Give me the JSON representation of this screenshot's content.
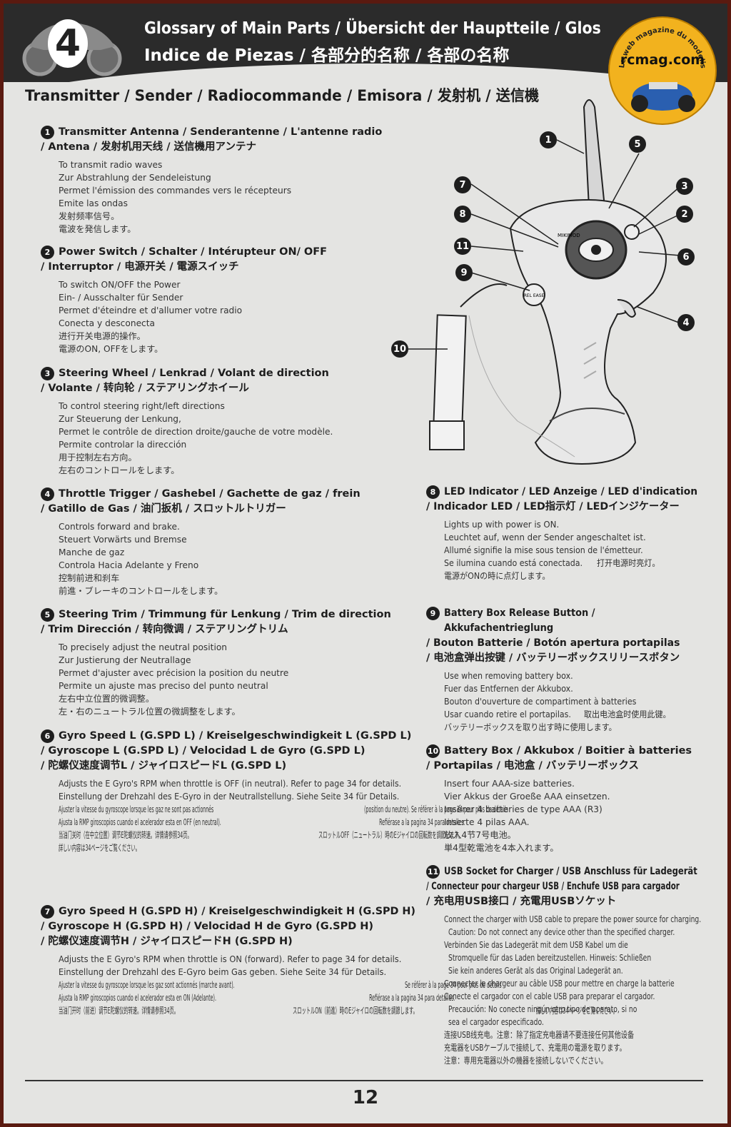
{
  "header": {
    "chapter": "4",
    "title_line1": "Glossary of Main Parts  / Übersicht der Hauptteile / Glos",
    "title_line2": "Indice de Piezas / 各部分的名称  / 各部の名称"
  },
  "logo": {
    "text": "rcmag.com",
    "ring_text": "Le web magazine du modelisme"
  },
  "section_title": "Transmitter / Sender / Radiocommande / Emisora / 发射机 / 送信機",
  "items_left": [
    {
      "num": "1",
      "head": [
        "Transmitter Antenna / Senderantenne / L'antenne radio",
        "/ Antena / 发射机用天线  / 送信機用アンテナ"
      ],
      "desc": [
        "To transmit radio waves",
        "Zur Abstrahlung der Sendeleistung",
        "Permet l'émission des commandes vers le récepteurs",
        "Emite las ondas",
        "发射频率信号。",
        "電波を発信します。"
      ]
    },
    {
      "num": "2",
      "head": [
        "Power Switch / Schalter / Intérupteur ON/ OFF",
        "/ Interruptor / 电源开关 / 電源スイッチ"
      ],
      "desc": [
        "To switch ON/OFF the Power",
        "Ein- / Ausschalter für Sender",
        "Permet d'éteindre et d'allumer votre radio",
        "Conecta y desconecta",
        "进行开关电源的操作。",
        "電源のON, OFFをします。"
      ]
    },
    {
      "num": "3",
      "head": [
        "Steering Wheel / Lenkrad / Volant de direction",
        "/ Volante / 转向轮  / ステアリングホイール"
      ],
      "desc": [
        "To control steering right/left directions",
        "Zur Steuerung der Lenkung,",
        "Permet le contrôle de direction droite/gauche de votre modèle.",
        "Permite controlar la dirección",
        "用于控制左右方向。",
        "左右のコントロールをします。"
      ]
    },
    {
      "num": "4",
      "head": [
        "Throttle Trigger / Gashebel / Gachette de gaz / frein",
        "/ Gatillo de Gas / 油门扳机  / スロットルトリガー"
      ],
      "desc": [
        "Controls forward and brake.",
        "Steuert Vorwärts und Bremse",
        "Manche de gaz",
        "Controla Hacia Adelante y Freno",
        "控制前进和刹车",
        "前進・ブレーキのコントロールをします。"
      ]
    },
    {
      "num": "5",
      "head": [
        "Steering Trim / Trimmung für Lenkung / Trim de direction",
        "/ Trim Dirección / 转向微调  / ステアリングトリム"
      ],
      "desc": [
        "To precisely adjust the neutral position",
        "Zur Justierung der Neutrallage",
        "Permet d'ajuster avec précision la position du neutre",
        "Permite un ajuste mas preciso del punto neutral",
        "左右中立位置的微调整。",
        "左・右のニュートラル位置の微調整をします。"
      ]
    },
    {
      "num": "6",
      "head": [
        "Gyro Speed L (G.SPD L) / Kreiselgeschwindigkeit L (G.SPD L)",
        "/ Gyroscope L (G.SPD L) / Velocidad L de Gyro (G.SPD L)",
        "/ 陀螺仪速度调节L  / ジャイロスピードL (G.SPD L)"
      ],
      "desc": [
        "Adjusts the E Gyro's RPM when throttle is OFF (in neutral). Refer to page 34 for details.",
        "Einstellung der Drehzahl des E-Gyro in der Neutrallstellung. Siehe Seite 34 für Details.",
        "Ajuster la vitesse du gyroscope lorsque les gaz ne sont pas actionnés",
        "(position du neutre). Se référer à la page 34 pour plus de détails",
        "Ajusta la RMP giroscopios cuando el acelerador esta en OFF (en neutral).",
        "Refiérase a la pagina 34 para detalles.",
        "当油门关时（在中立位置）调节E陀螺仪的转速。详情请参照34页。",
        "スロットルOFF（ニュートラル）時のEジャイロの回転数を調節します。",
        "詳しい内容は34ページをご覧ください。"
      ],
      "indent": [
        3,
        5
      ]
    },
    {
      "num": "7",
      "head": [
        "Gyro Speed H (G.SPD H) / Kreiselgeschwindigkeit H (G.SPD H)",
        "/ Gyroscope H (G.SPD H) / Velocidad H de Gyro (G.SPD H)",
        "/ 陀螺仪速度调节H  / ジャイロスピードH (G.SPD H)"
      ],
      "desc": [
        "Adjusts the E Gyro's RPM when throttle is ON (forward). Refer to page 34 for details.",
        "Einstellung der Drehzahl des E-Gyro beim Gas geben. Siehe Seite 34 für Details.",
        "Ajuster la vitesse du gyroscope lorsque les gaz sont actionnés (marche avant).",
        "Se référer à la page 34 pour plus de détails",
        "Ajusta la RMP giroscopios cuando el acelerador esta en ON (Adelante).",
        "Refiérase a la pagina 34 para detalles.",
        "当油门开时（前进）调节E陀螺仪的转速。详情请参照34页。",
        "スロットルON（前進）時のEジャイロの回転数を調節します。",
        "詳しい内容は34ページをご覧ください。"
      ],
      "indent": [
        3,
        5
      ]
    }
  ],
  "items_right": [
    {
      "num": "8",
      "head": [
        "LED Indicator / LED Anzeige / LED d'indication",
        "/ Indicador LED / LED指示灯 / LEDインジケーター"
      ],
      "desc": [
        "Lights up with power is ON.",
        "Leuchtet auf, wenn der Sender angeschaltet ist.",
        "Allumé signifie la mise sous tension de l'émetteur.",
        "Se ilumina cuando está conectada.",
        "打开电源时亮灯。",
        "電源がONの時に点灯します。"
      ]
    },
    {
      "num": "9",
      "head": [
        "Battery Box Release Button / Akkufachentrieglung",
        "/ Bouton Batterie / Botón apertura portapilas",
        "/ 电池盒弹出按键 / バッテリーボックスリリースボタン"
      ],
      "desc": [
        "Use when removing battery box.",
        "Fuer das Entfernen der Akkubox.",
        "Bouton d'ouverture de compartiment à batteries",
        "Usar cuando retire el portapilas.",
        "取出电池盒时使用此键。",
        "バッテリーボックスを取り出す時に使用します。"
      ]
    },
    {
      "num": "10",
      "head": [
        "Battery Box / Akkubox / Boitier à batteries",
        "/ Portapilas / 电池盒 / バッテリーボックス"
      ],
      "desc": [
        "Insert four AAA-size batteries.",
        "Vier Akkus der Groeße AAA einsetzen.",
        "Insérer 4 batteries de type AAA (R3)",
        "Inserte 4 pilas AAA.",
        "放入4节7号电池。",
        "単4型乾電池を4本入れます。"
      ]
    },
    {
      "num": "11",
      "head": [
        "USB Socket for Charger / USB Anschluss für Ladegerät",
        "/ Connecteur pour chargeur USB / Enchufe USB para cargador",
        "/ 充电用USB接口 / 充電用USBソケット"
      ],
      "desc": [
        "Connect the charger with USB cable to prepare the power source for charging.",
        "Caution: Do not connect any device other than the specified charger.",
        "Verbinden Sie das Ladegerät mit dem USB Kabel um die",
        "Stromquelle für das Laden bereitzustellen. Hinweis: Schließen",
        "Sie kein anderes Gerät als das Original Ladegerät an.",
        "Connecter le chargeur au câble USB pour mettre en charge la batterie",
        "Conecte el cargador con el cable USB para preparar el cargador.",
        "Precaución: No conecte ningún otro tipo de aparato, si no",
        "sea el cargador especificado.",
        "连接USB线充电。注意：除了指定充电器请不要连接任何其他设备",
        "充電器をUSBケーブルで接続して、充電用の電源を取ります。",
        "注意：専用充電器以外の機器を接続しないでください。"
      ],
      "indent": [
        1,
        3,
        4,
        7,
        8
      ]
    }
  ],
  "diagram": {
    "callouts": [
      "1",
      "5",
      "7",
      "3",
      "8",
      "2",
      "11",
      "6",
      "9",
      "4",
      "10"
    ],
    "labels": {
      "trigger_label": "REL EASE",
      "brand_label": "MIKIMOD"
    }
  },
  "page_number": "12"
}
